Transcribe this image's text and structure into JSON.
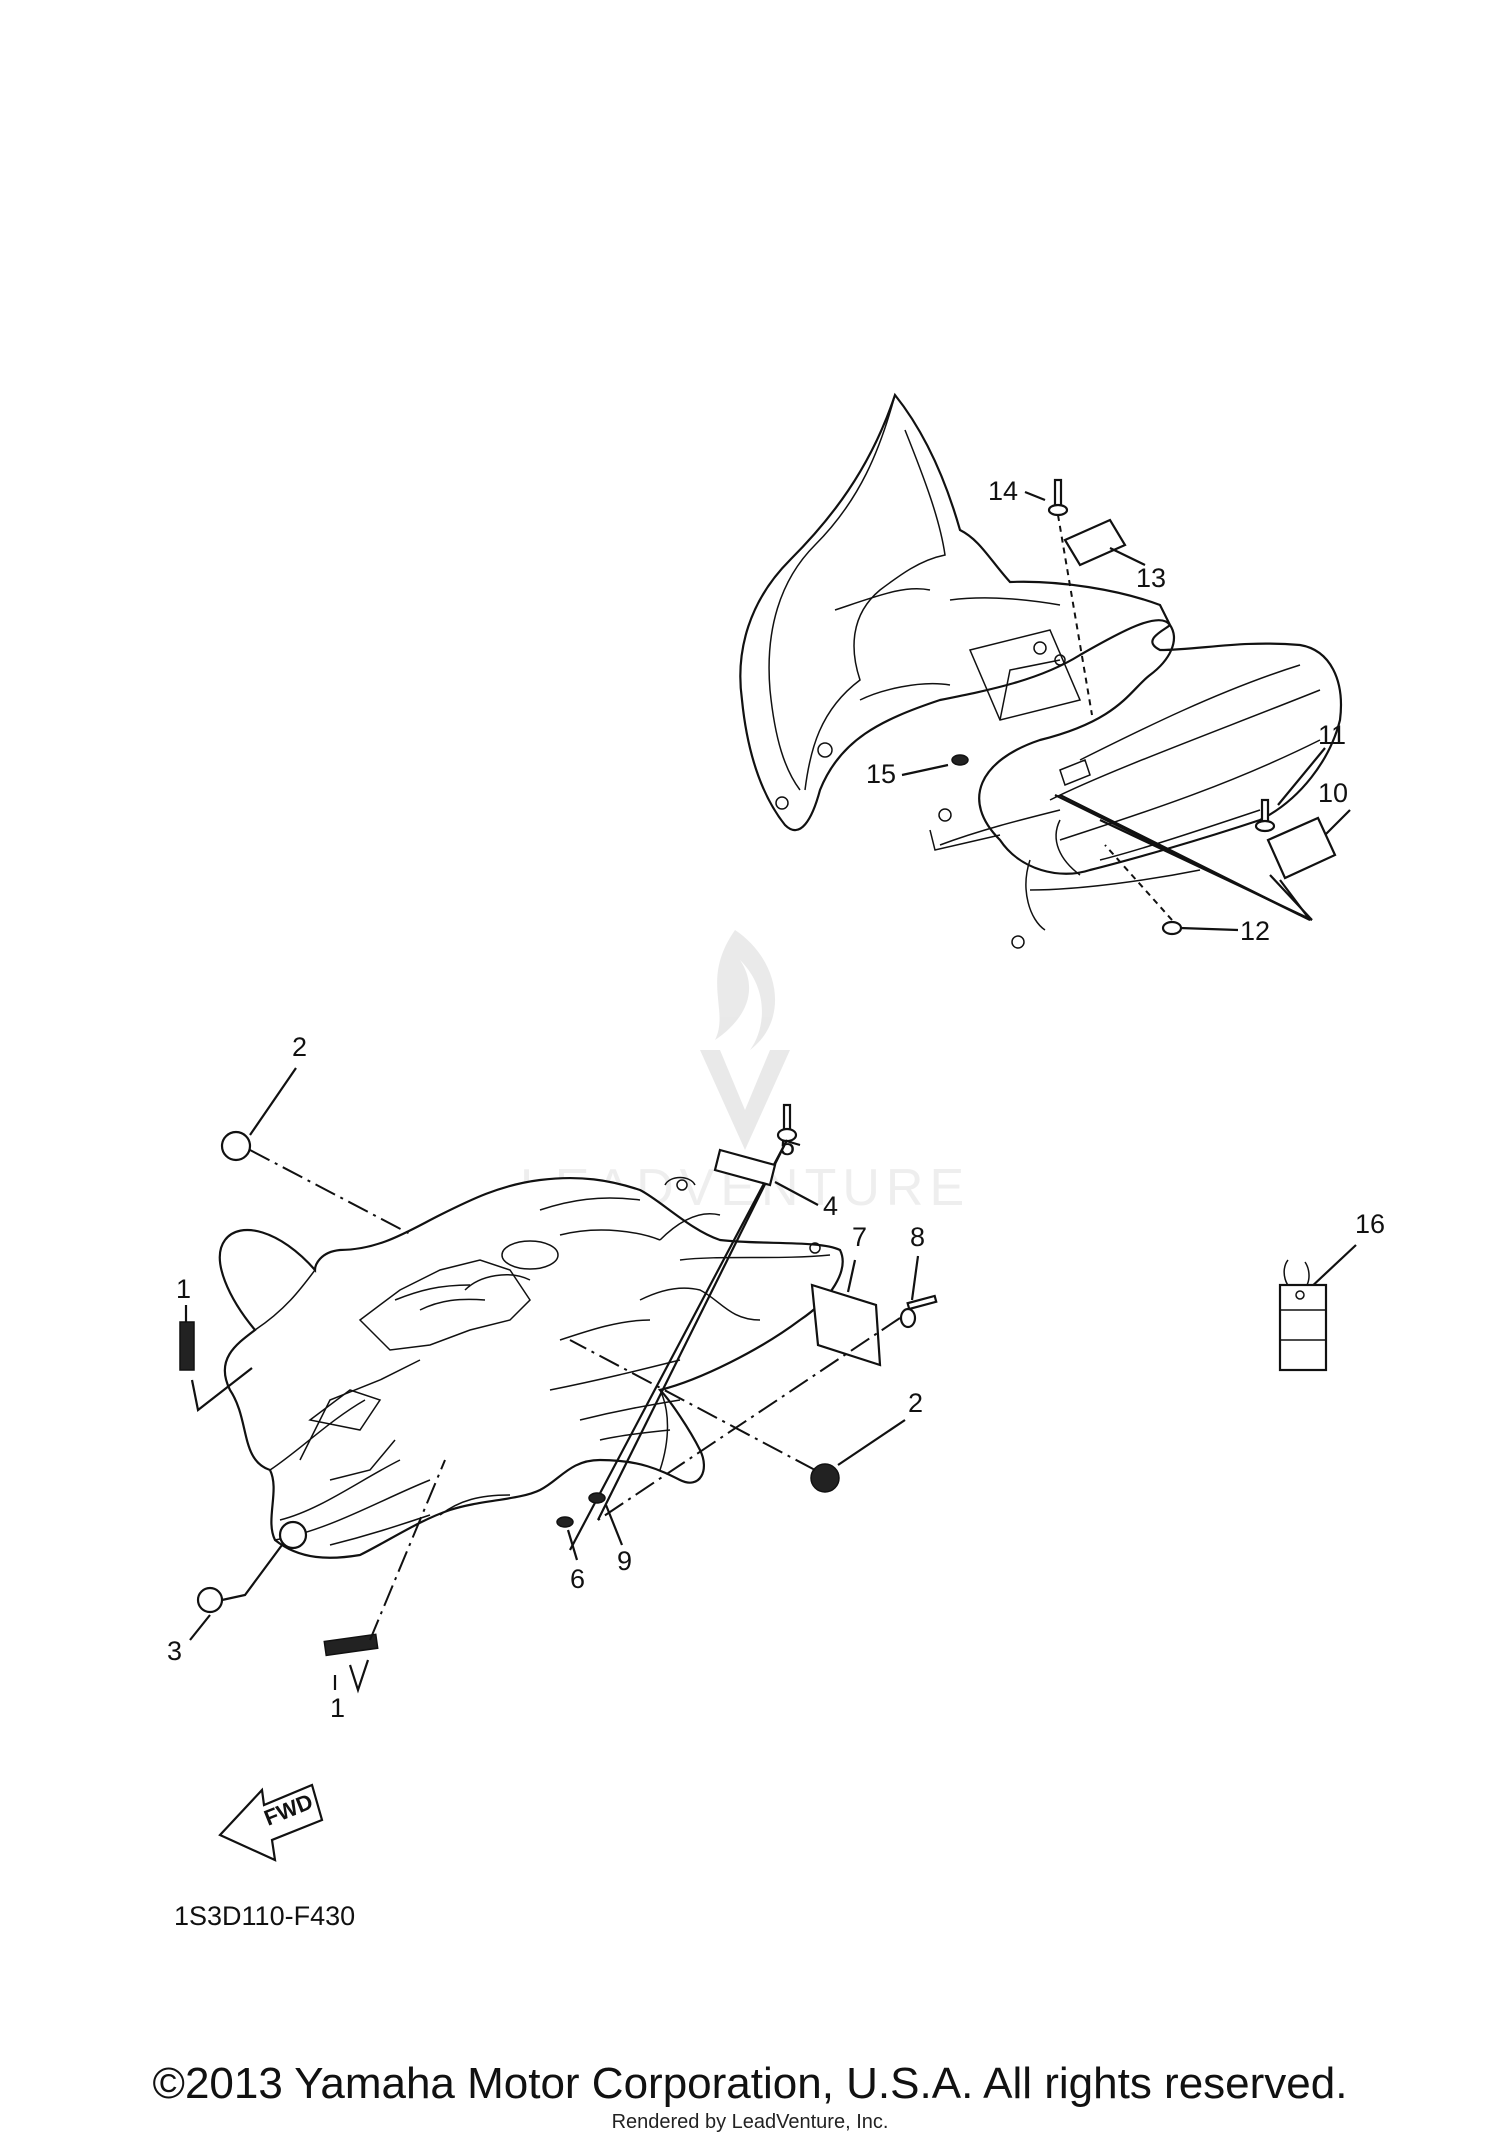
{
  "diagram": {
    "code": "1S3D110-F430",
    "fwd_label": "FWD",
    "copyright": "©2013 Yamaha Motor Corporation, U.S.A. All rights reserved.",
    "rendered_by": "Rendered by LeadVenture, Inc.",
    "watermark": "LEADVENTURE"
  },
  "callouts": [
    "1",
    "1",
    "2",
    "2",
    "3",
    "4",
    "5",
    "6",
    "7",
    "8",
    "9",
    "10",
    "11",
    "12",
    "13",
    "14",
    "15",
    "16"
  ]
}
